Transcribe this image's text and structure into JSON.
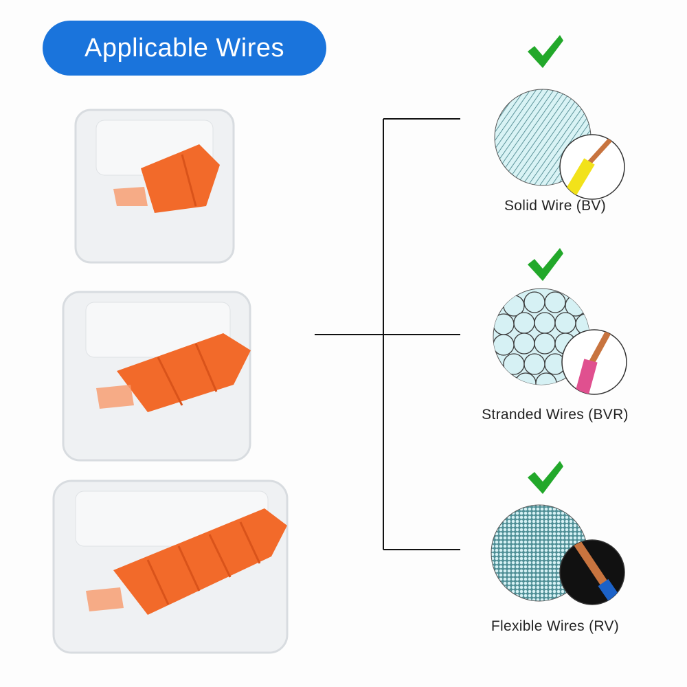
{
  "header": {
    "title": "Applicable Wires"
  },
  "wire_types": [
    {
      "label": "Solid Wire (BV)",
      "icon": "solid-wire-icon",
      "supported": true,
      "insulation_color": "#f2e21a"
    },
    {
      "label": "Stranded Wires (BVR)",
      "icon": "stranded-wire-icon",
      "supported": true,
      "insulation_color": "#e0508f"
    },
    {
      "label": "Flexible Wires (RV)",
      "icon": "flexible-wire-icon",
      "supported": true,
      "insulation_color": "#1c62c8"
    }
  ],
  "colors": {
    "accent": "#1a74dc",
    "check": "#22a82a",
    "lever": "#f26a2a",
    "circle_fill": "#d6f1f4"
  }
}
